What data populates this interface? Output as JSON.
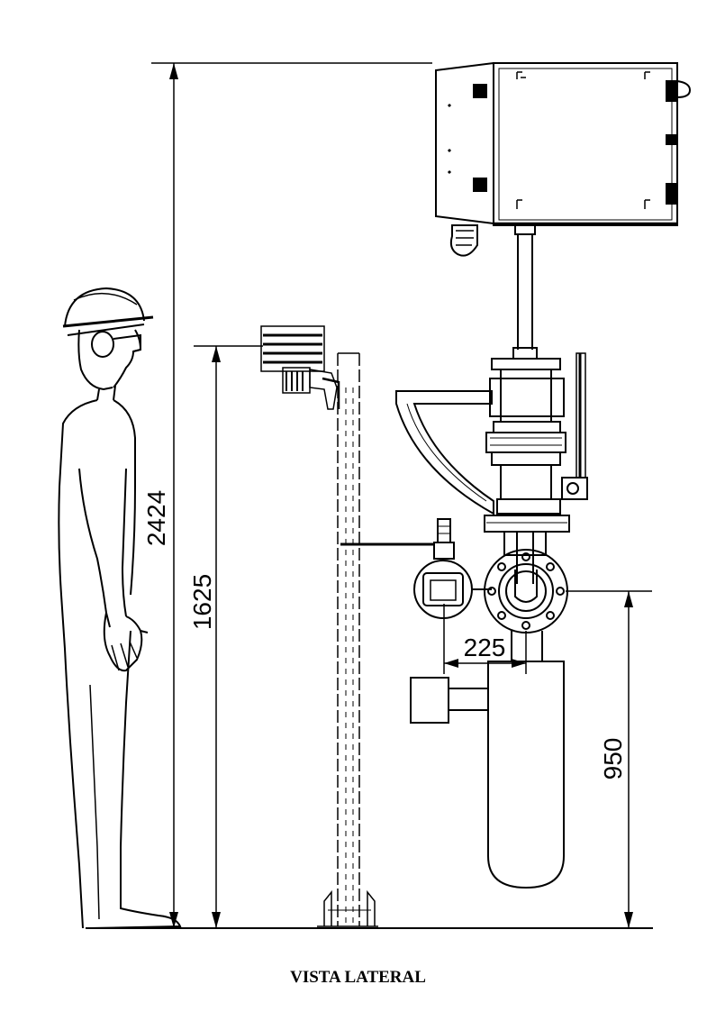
{
  "caption": "VISTA LATERAL",
  "dimensions": {
    "total_height": "2424",
    "sensor_height": "1625",
    "horizontal_offset": "225",
    "lower_height": "950"
  },
  "colors": {
    "line": "#000000",
    "background": "#ffffff"
  }
}
